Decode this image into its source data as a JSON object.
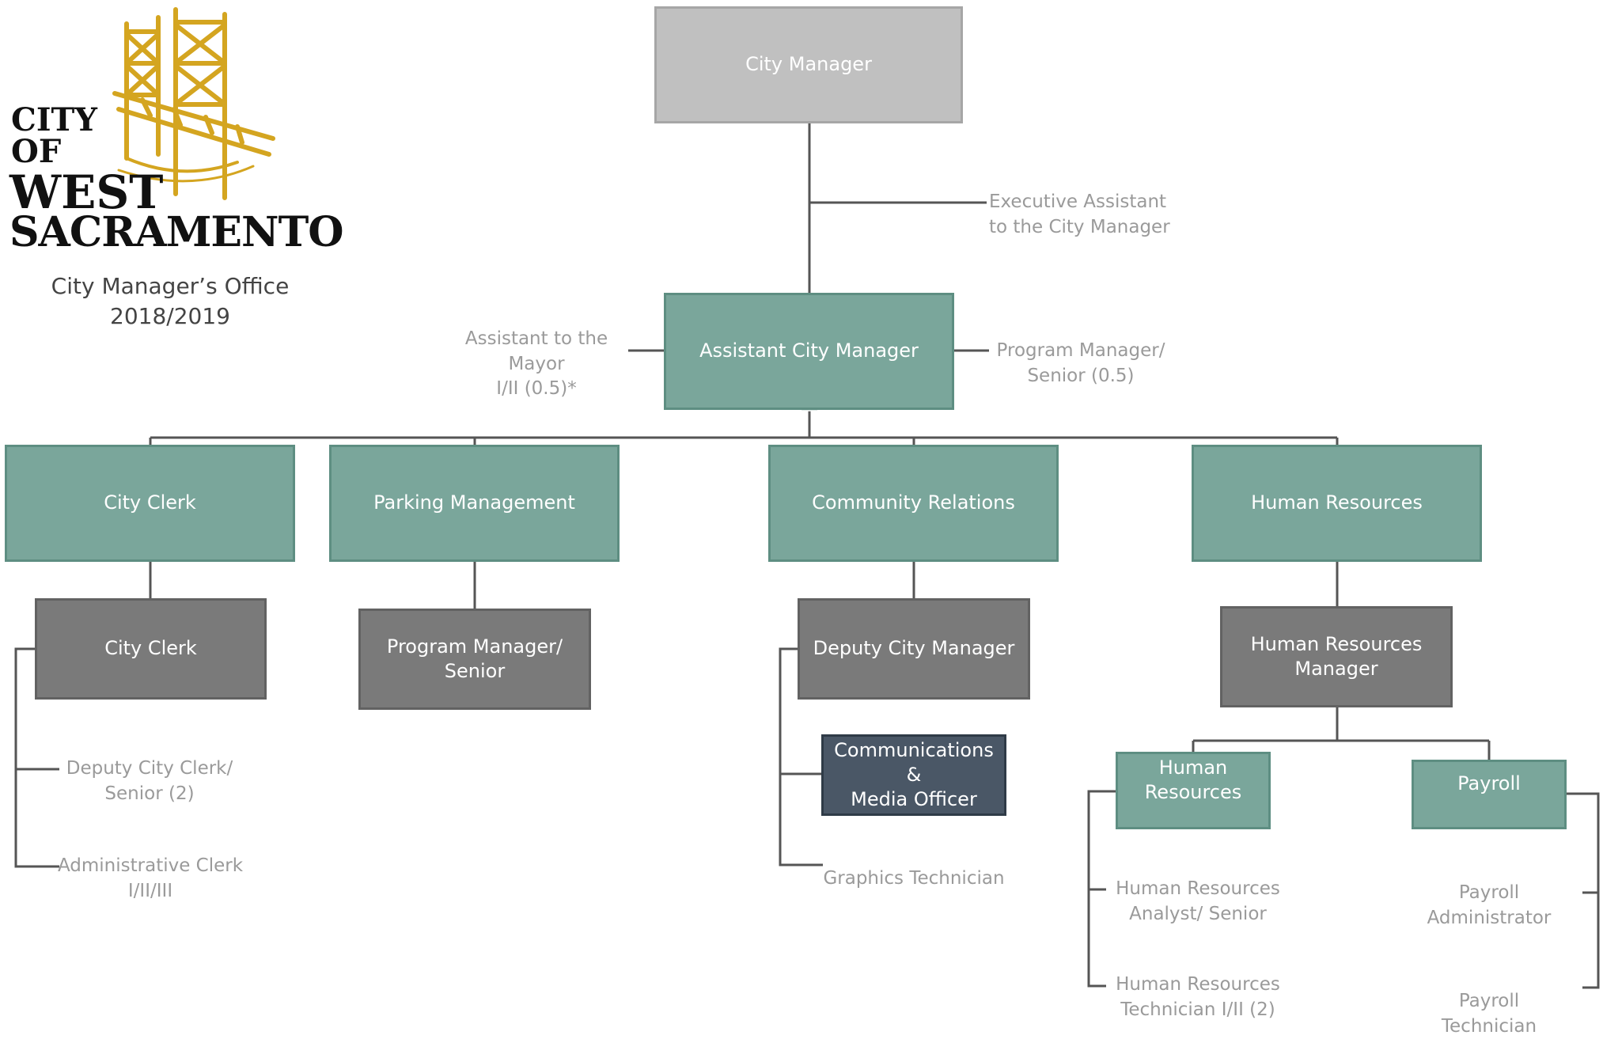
{
  "logo": {
    "line1": "CITY",
    "line2": "OF",
    "line3": "WEST",
    "line4": "SACRAMENTO",
    "brand_color": "#d4a520"
  },
  "subtitle": {
    "office": "City Manager’s Office",
    "year": "2018/2019"
  },
  "colors": {
    "teal": "#7aa69b",
    "gray": "#7a7a7a",
    "light_gray": "#c0c0c0",
    "navy": "#4a5766",
    "connector": "#555555",
    "label_text": "#9a9a9a"
  },
  "boxes": {
    "city_manager": "City Manager",
    "assistant_city_manager": "Assistant City Manager",
    "city_clerk_dept": "City Clerk",
    "parking_management": "Parking Management",
    "community_relations": "Community Relations",
    "human_resources_dept": "Human Resources",
    "city_clerk": "City Clerk",
    "program_manager_senior": "Program Manager/\nSenior",
    "deputy_city_manager": "Deputy City Manager",
    "communications_media_officer": "Communications &\nMedia Officer",
    "human_resources_manager": "Human Resources\nManager",
    "human_resources_unit": "Human\nResources",
    "payroll": "Payroll"
  },
  "labels": {
    "executive_assistant": "Executive Assistant\nto the City Manager",
    "assistant_to_mayor": "Assistant to the\nMayor\nI/II (0.5)*",
    "program_manager_half": "Program Manager/\nSenior (0.5)",
    "deputy_city_clerk": "Deputy City Clerk/\nSenior (2)",
    "administrative_clerk": "Administrative Clerk\nI/II/III",
    "graphics_technician": "Graphics Technician",
    "hr_analyst": "Human Resources\nAnalyst/ Senior",
    "hr_technician": "Human Resources\nTechnician I/II (2)",
    "payroll_administrator": "Payroll\nAdministrator",
    "payroll_technician": "Payroll Technician"
  }
}
